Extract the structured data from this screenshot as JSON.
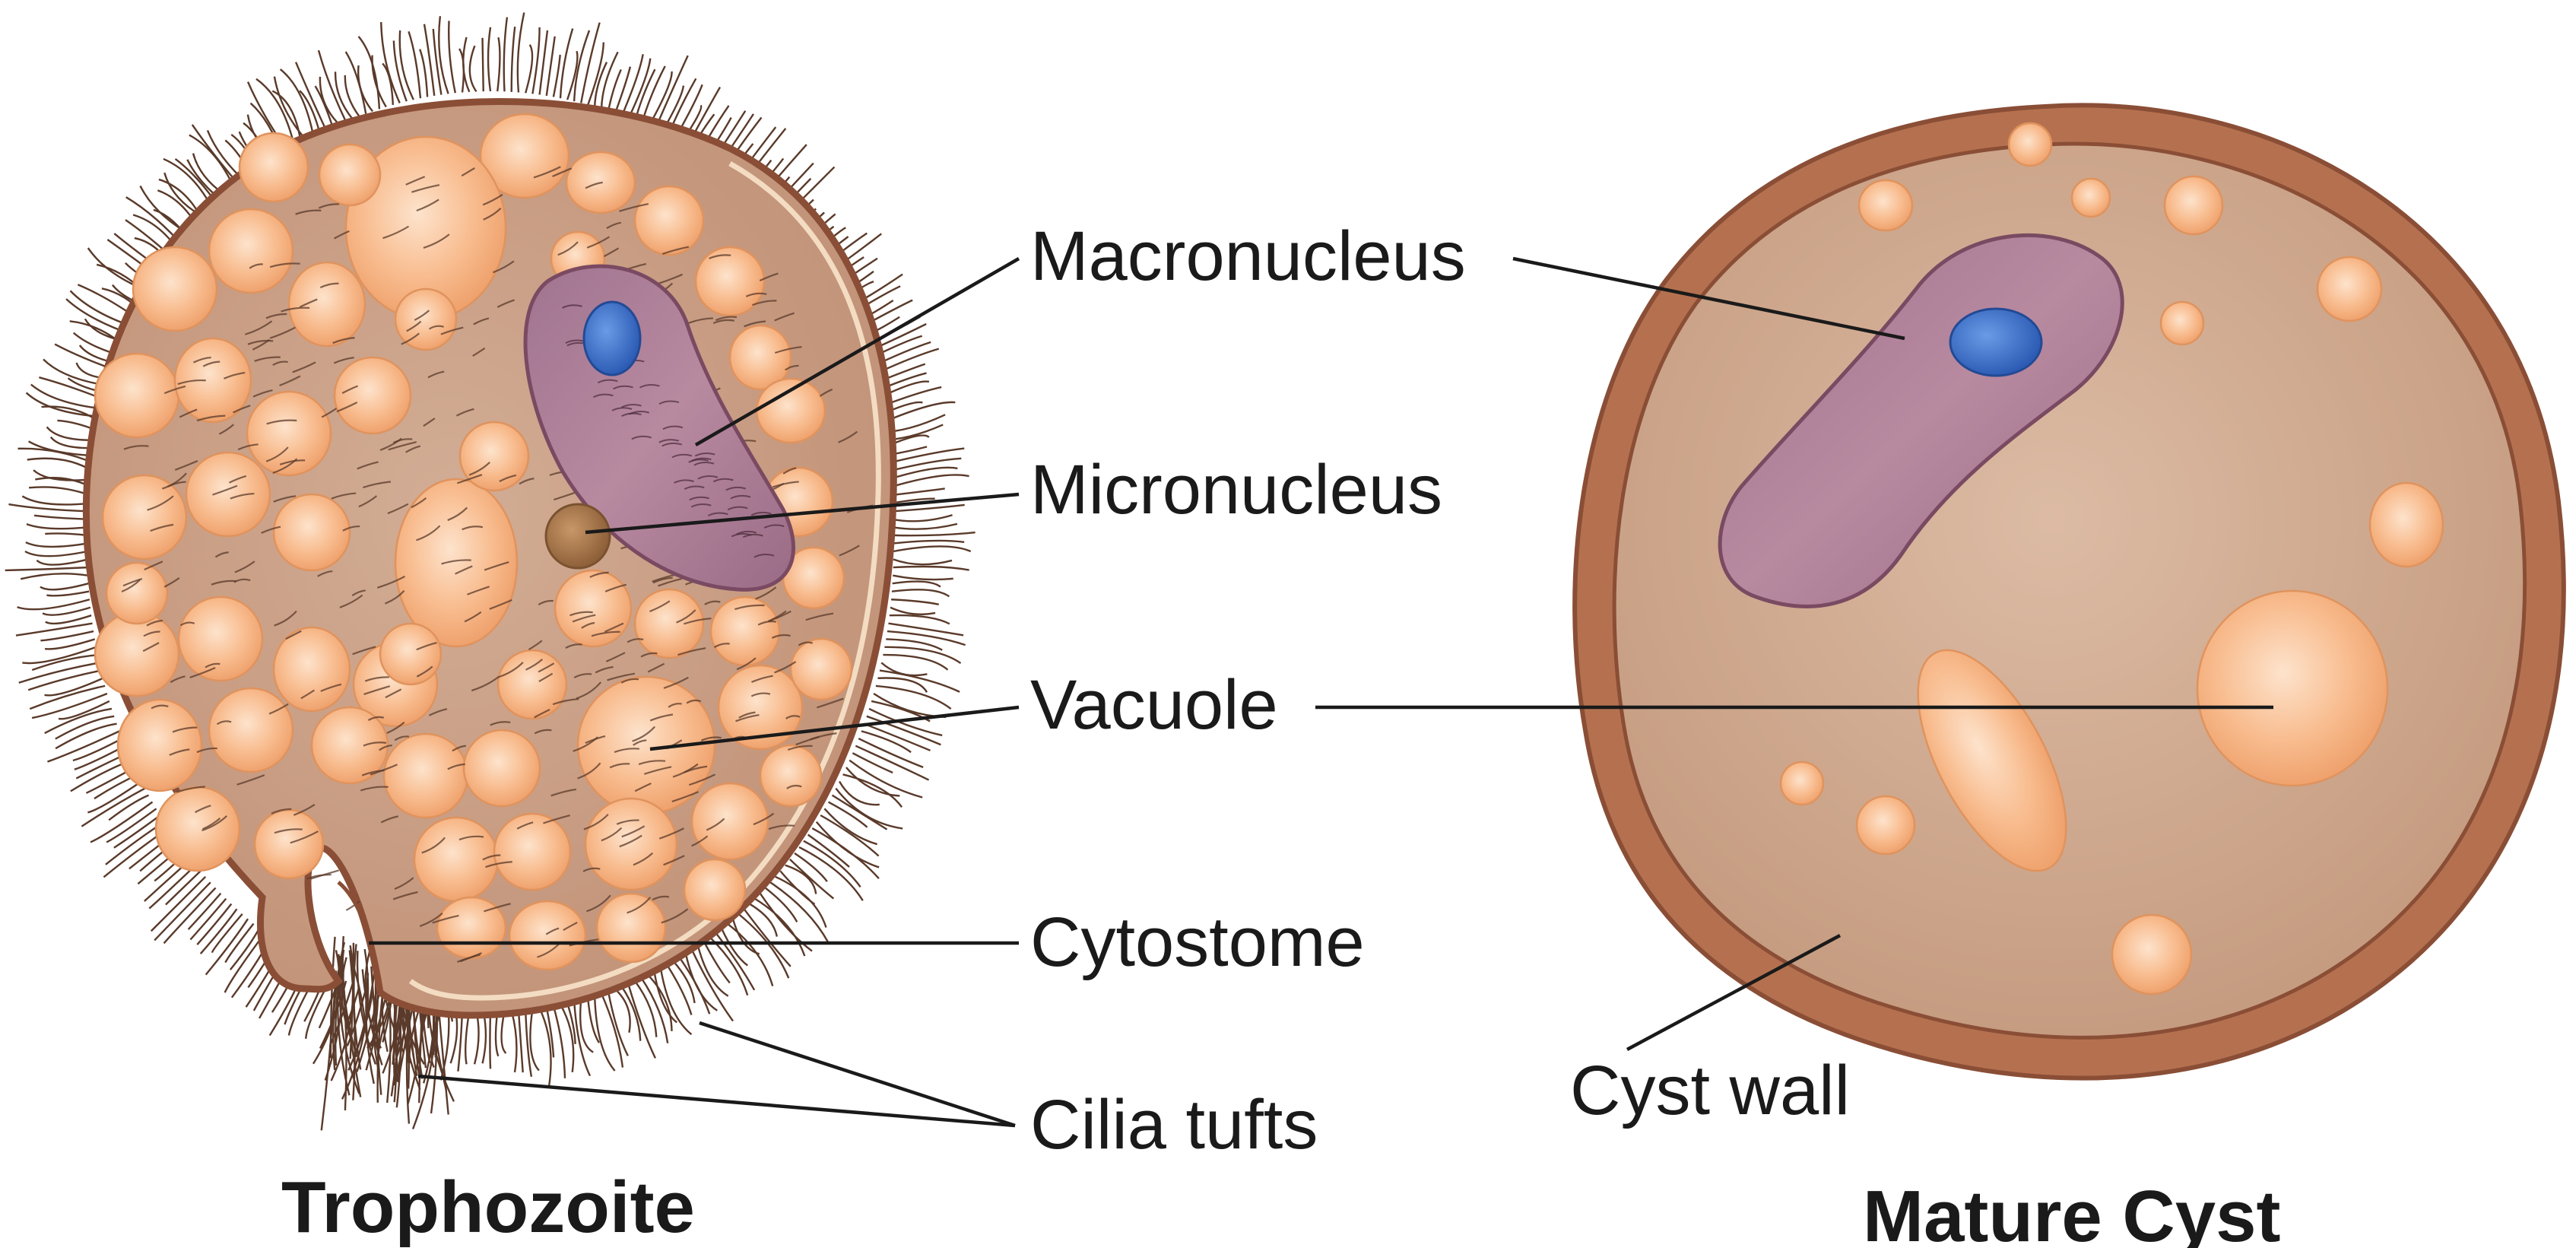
{
  "labels": {
    "macronucleus": "Macronucleus",
    "micronucleus": "Micronucleus",
    "vacuole": "Vacuole",
    "cytostome": "Cytostome",
    "cilia_tufts": "Cilia tufts",
    "cyst_wall": "Cyst wall"
  },
  "titles": {
    "trophozoite": "Trophozoite",
    "mature_cyst": "Mature Cyst"
  },
  "colors": {
    "cytoplasm": "#c99e82",
    "cell_outline": "#8a4e36",
    "cyst_wall": "#b5714f",
    "vacuole_fill": "#f7b98c",
    "vacuole_edge": "#e0935d",
    "macronucleus": "#a8778f",
    "macronucleus_edge": "#7a4a62",
    "nucleolus": "#3a6cc4",
    "micronucleus": "#a9774d",
    "cilia": "#5a3a2a",
    "text": "#1a1a1a"
  }
}
